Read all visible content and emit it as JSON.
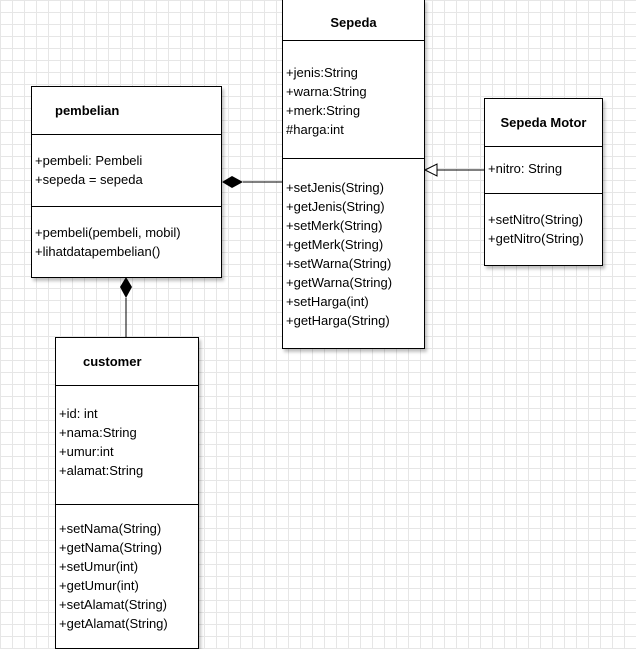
{
  "classes": {
    "sepeda": {
      "name": "Sepeda",
      "attributes": [
        "+jenis:String",
        "+warna:String",
        "+merk:String",
        "#harga:int"
      ],
      "methods": [
        "+setJenis(String)",
        "+getJenis(String)",
        "+setMerk(String)",
        "+getMerk(String)",
        "+setWarna(String)",
        "+getWarna(String)",
        "+setHarga(int)",
        "+getHarga(String)"
      ]
    },
    "pembelian": {
      "name": "pembelian",
      "attributes": [
        "+pembeli: Pembeli",
        "+sepeda = sepeda"
      ],
      "methods": [
        "+pembeli(pembeli, mobil)",
        "+lihatdatapembelian()"
      ]
    },
    "sepeda_motor": {
      "name": "Sepeda Motor",
      "attributes": [
        "+nitro: String"
      ],
      "methods": [
        "+setNitro(String)",
        "+getNitro(String)"
      ]
    },
    "customer": {
      "name": "customer",
      "attributes": [
        "+id: int",
        "+nama:String",
        "+umur:int",
        "+alamat:String"
      ],
      "methods": [
        "+setNama(String)",
        "+getNama(String)",
        "+setUmur(int)",
        "+getUmur(int)",
        "+setAlamat(String)",
        "+getAlamat(String)"
      ]
    }
  },
  "relationships": [
    {
      "type": "composition",
      "from": "sepeda",
      "to": "pembelian"
    },
    {
      "type": "composition",
      "from": "customer",
      "to": "pembelian"
    },
    {
      "type": "inheritance",
      "from": "sepeda_motor",
      "to": "sepeda"
    }
  ],
  "colors": {
    "stroke": "#000000",
    "grid": "#e6e6e6",
    "background": "#ffffff"
  }
}
